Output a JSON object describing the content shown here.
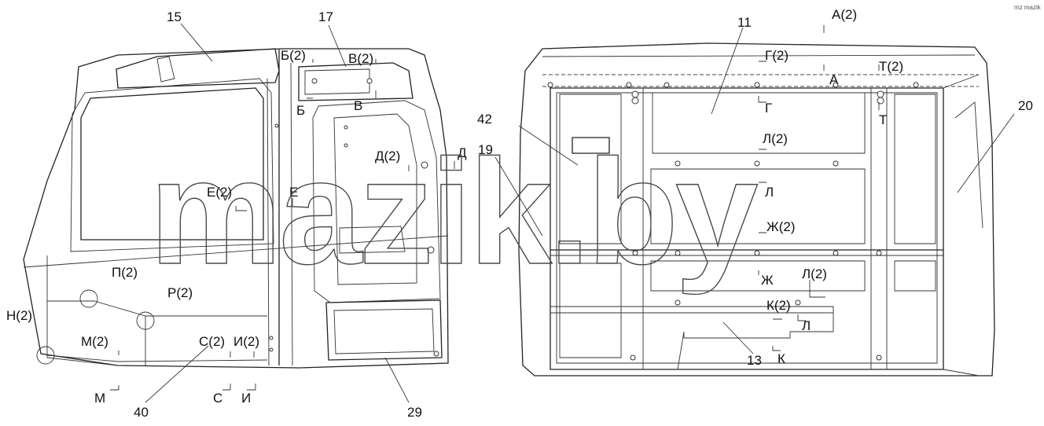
{
  "watermark": "mazik.by",
  "corner_tag": "mz mazik",
  "left_view": {
    "numbers": [
      "15",
      "17",
      "40",
      "29"
    ],
    "sections": [
      "Б(2)",
      "В(2)",
      "Б",
      "В",
      "Д(2)",
      "Д",
      "Е(2)",
      "Е",
      "П(2)",
      "Р(2)",
      "Н(2)",
      "М(2)",
      "С(2)",
      "И(2)",
      "М",
      "С",
      "И"
    ]
  },
  "right_view": {
    "numbers": [
      "11",
      "42",
      "19",
      "20",
      "13"
    ],
    "sections": [
      "А(2)",
      "Г(2)",
      "А",
      "Т(2)",
      "Г",
      "Т",
      "Л(2)",
      "Л",
      "Ж(2)",
      "Ж",
      "Л(2)",
      "К(2)",
      "Л",
      "К"
    ]
  }
}
